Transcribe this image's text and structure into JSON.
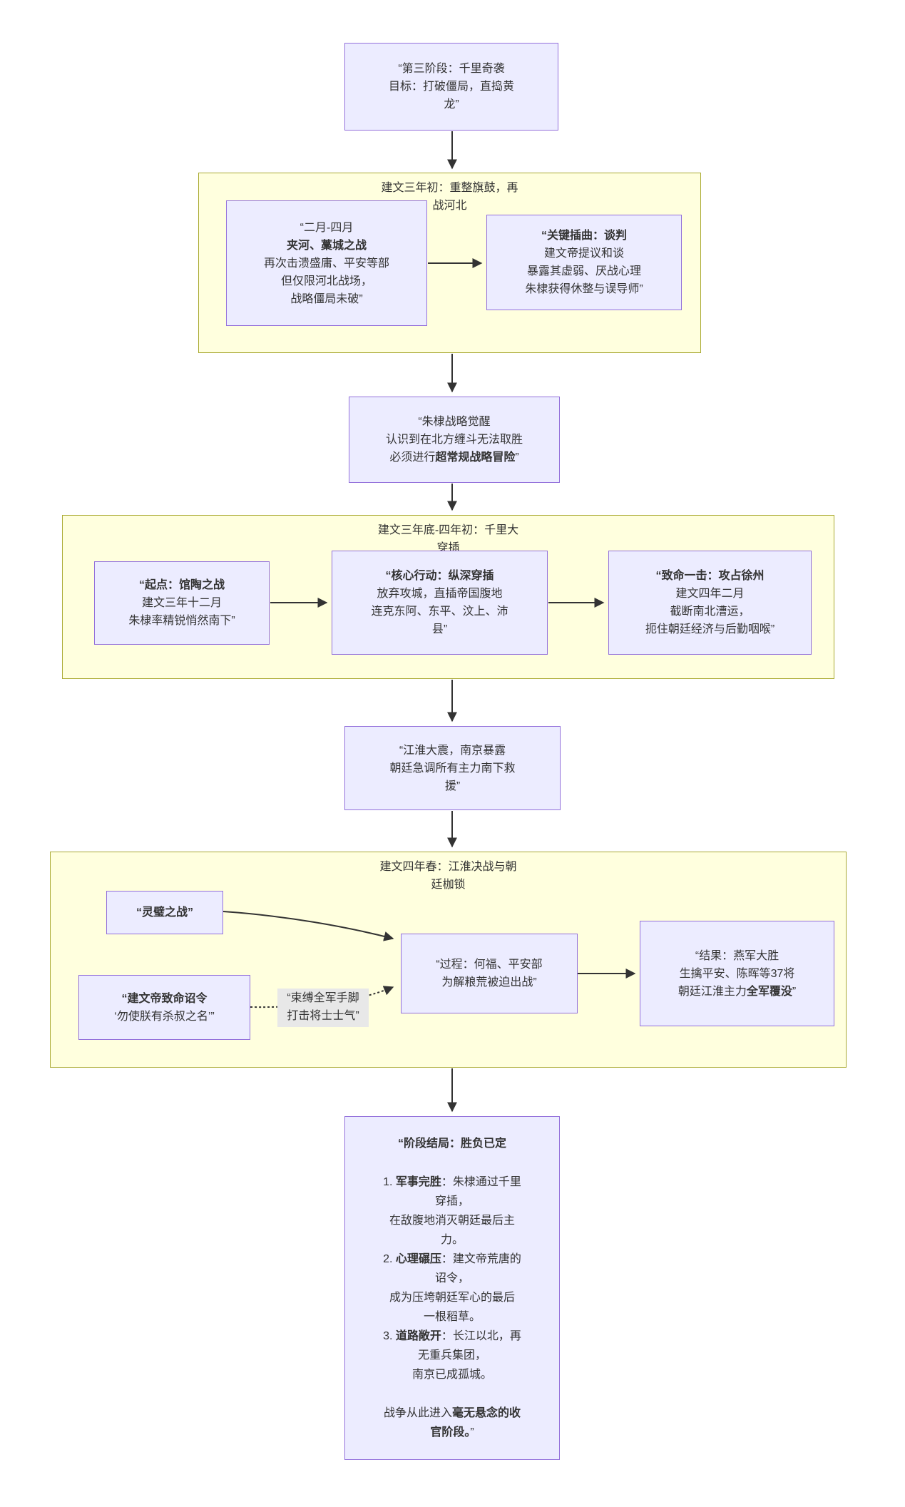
{
  "colors": {
    "node_fill": "#ECECFF",
    "node_border": "#9370DB",
    "subgraph_fill": "#ffffde",
    "subgraph_border": "#aaaa33",
    "edge": "#333333",
    "label_bg": "#e8e8e8",
    "text": "#333333"
  },
  "subgraphs": {
    "sg1": {
      "title": "建文三年初：重整旗鼓，再\n战河北"
    },
    "sg2": {
      "title": "建文三年底-四年初：千里大\n穿插"
    },
    "sg3": {
      "title": "建文四年春：江淮决战与朝\n廷枷锁"
    }
  },
  "nodes": {
    "phase3": {
      "text": "“第三阶段：千里奇袭\n目标：打破僵局，直捣黄\n龙”"
    },
    "jiahe": {
      "text": "“二月-四月\n**夹河、藁城之战**\n再次击溃盛庸、平安等部\n但仅限河北战场，\n战略僵局未破”"
    },
    "negotiation": {
      "text": "**“关键插曲：谈判**\n建文帝提议和谈\n暴露其虚弱、厌战心理\n朱棣获得休整与误导师”"
    },
    "awakening": {
      "text": "“朱棣战略觉醒\n认识到在北方缠斗无法取胜\n必须进行**超常规战略冒险**”"
    },
    "guantao": {
      "text": "**“起点：馆陶之战**\n建文三年十二月\n朱棣率精锐悄然南下”"
    },
    "penetration": {
      "text": "**“核心行动：纵深穿插**\n放弃攻城，直插帝国腹地\n连克东阿、东平、汶上、沛\n县”"
    },
    "xuzhou": {
      "text": "**“致命一击：攻占徐州**\n建文四年二月\n截断南北漕运，\n扼住朝廷经济与后勤咽喉”"
    },
    "jianghuai": {
      "text": "“江淮大震，南京暴露\n朝廷急调所有主力南下救\n援”"
    },
    "lingbi": {
      "text": "**“灵璧之战”**"
    },
    "edict": {
      "text": "**“建文帝致命诏令**\n‘勿使朕有杀叔之名’”"
    },
    "process": {
      "text": "“过程：何福、平安部\n为解粮荒被迫出战”"
    },
    "result": {
      "text": "“结果：燕军大胜\n生擒平安、陈晖等37将\n朝廷江淮主力**全军覆没**”"
    },
    "outcome": {
      "text": "**“阶段结局：胜负已定**\n\n1. **军事完胜**：朱棣通过千里\n穿插，\n在敌腹地消灭朝廷最后主\n力。\n2. **心理碾压**：建文帝荒唐的\n诏令，\n成为压垮朝廷军心的最后\n一根稻草。\n3. **道路敞开**：长江以北，再\n无重兵集团，\n南京已成孤城。\n\n战争从此进入**毫无悬念的收\n官阶段。**”"
    }
  },
  "edge_labels": {
    "shackle": {
      "text": "“束缚全军手脚\n打击将士士气”"
    }
  }
}
